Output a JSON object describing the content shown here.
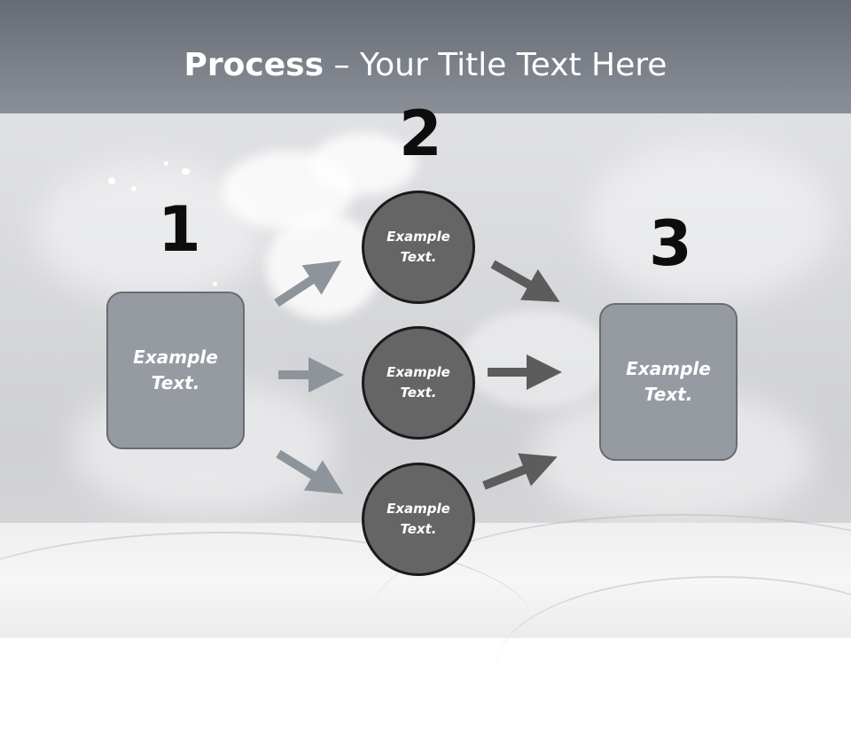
{
  "slide": {
    "title_bold": "Process",
    "title_rest": " – Your Title Text Here"
  },
  "steps": {
    "one": {
      "number": "1",
      "box_text": "Example Text."
    },
    "two": {
      "number": "2",
      "circles": [
        "Example Text.",
        "Example Text.",
        "Example Text."
      ]
    },
    "three": {
      "number": "3",
      "box_text": "Example Text."
    }
  },
  "colors": {
    "header": "#7b8088",
    "box_fill": "#969ba2",
    "circle_fill": "#656565",
    "arrow_light": "#8e949c",
    "arrow_dark": "#5c5c5c"
  }
}
